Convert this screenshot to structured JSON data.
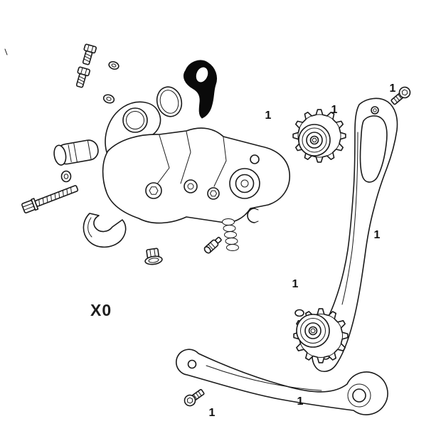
{
  "page": {
    "background": "#ffffff"
  },
  "diagram": {
    "model_label": "X0",
    "line_color": "#1a1a1a",
    "fill_black": "#0a0a0a",
    "callouts": [
      {
        "part": "upper-pulley-left",
        "label": "1"
      },
      {
        "part": "upper-pulley-right",
        "label": "1"
      },
      {
        "part": "top-right-bolt",
        "label": "1"
      },
      {
        "part": "inner-cage-plate",
        "label": "1"
      },
      {
        "part": "lower-pulley-top",
        "label": "1"
      },
      {
        "part": "lower-pulley-bottom",
        "label": "1"
      },
      {
        "part": "bottom-left-bolt",
        "label": "1"
      }
    ]
  }
}
